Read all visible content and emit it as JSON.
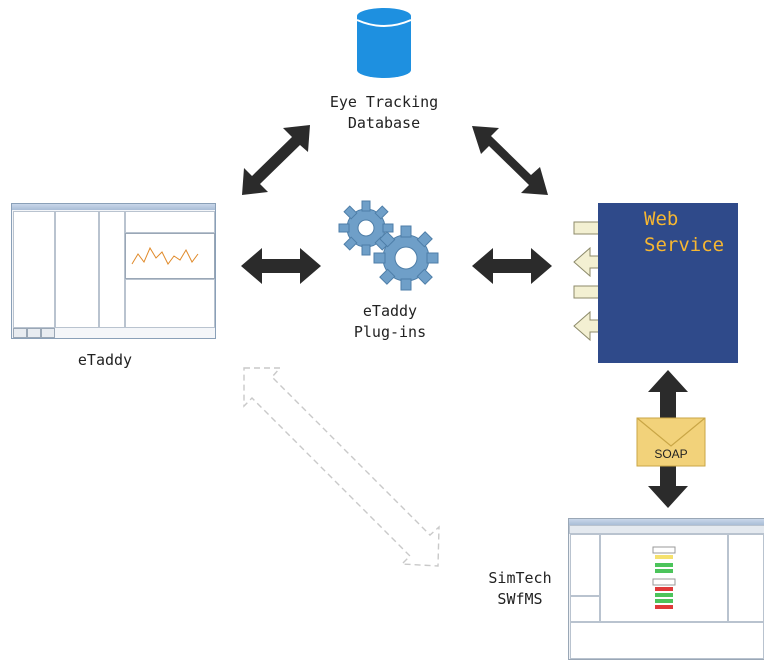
{
  "nodes": {
    "database": "Eye Tracking\nDatabase",
    "etaddy": "eTaddy",
    "plugins": "eTaddy\nPlug-ins",
    "web_service": "Web\nService",
    "soap": "SOAP",
    "swfms": "SimTech\nSWfMS"
  },
  "colors": {
    "database": "#1e90e0",
    "web_service_bg": "#2f4a8a",
    "web_service_text": "#f7b731",
    "arrow": "#2b2b2b",
    "envelope": "#f2d27a",
    "gear": "#6f9fc8"
  }
}
